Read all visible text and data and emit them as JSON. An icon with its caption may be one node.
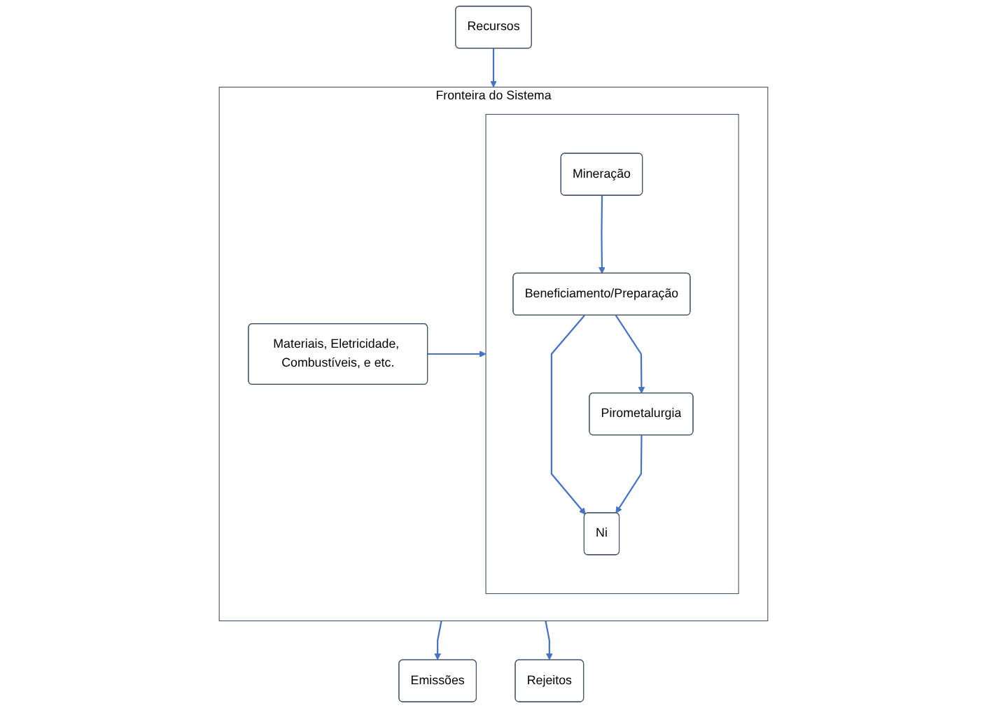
{
  "diagram": {
    "nodes": [
      {
        "text": [
          "Recursos"
        ]
      },
      {
        "text": [
          "Fronteira do Sistema"
        ]
      },
      {
        "text": [],
        "shape": "box",
        "in": 1
      },
      {
        "text": [
          "Materiais, Eletricidade, Combustíveis, e etc."
        ],
        "in": 1
      },
      {
        "text": [
          "Mineração"
        ],
        "in": 2
      },
      {
        "text": [
          "Beneficiamento/Preparação"
        ],
        "in": 2
      },
      {
        "text": [
          "Ni"
        ],
        "in": 2
      },
      {
        "text": [
          "Pirometalurgia"
        ],
        "in": 2
      },
      {
        "text": [
          "Emissões"
        ]
      },
      {
        "text": [
          "Rejeitos"
        ]
      }
    ],
    "edges": [
      {
        "from": 0,
        "to": 1,
        "arrow": "to"
      },
      {
        "from": 3,
        "to": 2,
        "arrow": "to"
      },
      {
        "from": 4,
        "to": 5,
        "arrow": "to"
      },
      {
        "from": 5,
        "to": 6,
        "arrow": "to"
      },
      {
        "from": 5,
        "to": 7,
        "arrow": "to"
      },
      {
        "from": 7,
        "to": 6,
        "arrow": "to"
      },
      {
        "from": 1,
        "to": 8,
        "arrow": "to"
      },
      {
        "from": 1,
        "to": 9,
        "arrow": "to"
      }
    ]
  }
}
